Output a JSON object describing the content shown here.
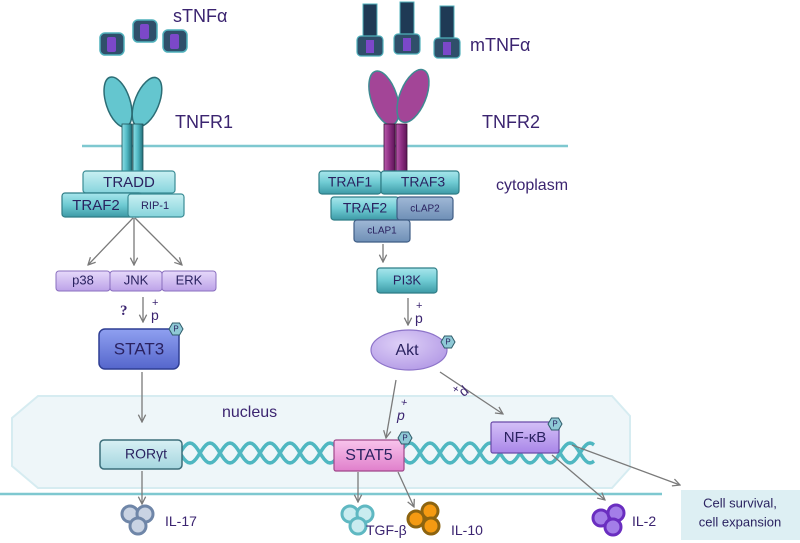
{
  "diagram": {
    "title_labels": {
      "soluble_ligand": "sTNFα",
      "membrane_ligand": "mTNFα",
      "receptor1": "TNFR1",
      "receptor2": "TNFR2",
      "cytoplasm": "cytoplasm",
      "nucleus": "nucleus"
    },
    "tnfr1_adaptors": {
      "tradd": "TRADD",
      "traf2": "TRAF2",
      "rip1": "RIP-1"
    },
    "tnfr2_adaptors": {
      "traf1": "TRAF1",
      "traf3": "TRAF3",
      "traf2": "TRAF2",
      "ciap2": "cLAP2",
      "ciap1": "cLAP1"
    },
    "mapk": {
      "p38": "p38",
      "jnk": "JNK",
      "erk": "ERK"
    },
    "kinases": {
      "stat3": "STAT3",
      "pi3k": "PI3K",
      "akt": "Akt"
    },
    "annotations": {
      "unknown": "?",
      "plus": "+",
      "phospho": "p",
      "phospho_badge": "P"
    },
    "transcription_factors": {
      "rorgt": "RORγt",
      "stat5": "STAT5",
      "nfkb": "NF-κB"
    },
    "outputs": {
      "il17": "IL-17",
      "tgfb": "TGF-β",
      "il10": "IL-10",
      "il2": "IL-2",
      "cell_outcome_line1": "Cell survival,",
      "cell_outcome_line2": "cell expansion"
    },
    "colors": {
      "teal": "#5fc3cc",
      "magenta": "#9b3a8f",
      "lavender": "#c9b3ec",
      "stat3_blue": "#6b7fe0",
      "stat5_pink": "#f0a0dc",
      "nfkb_purple": "#b99af0",
      "membrane": "#7ec8d0",
      "nucleus_fill": "#eef6f9",
      "text": "#3b2470"
    }
  }
}
